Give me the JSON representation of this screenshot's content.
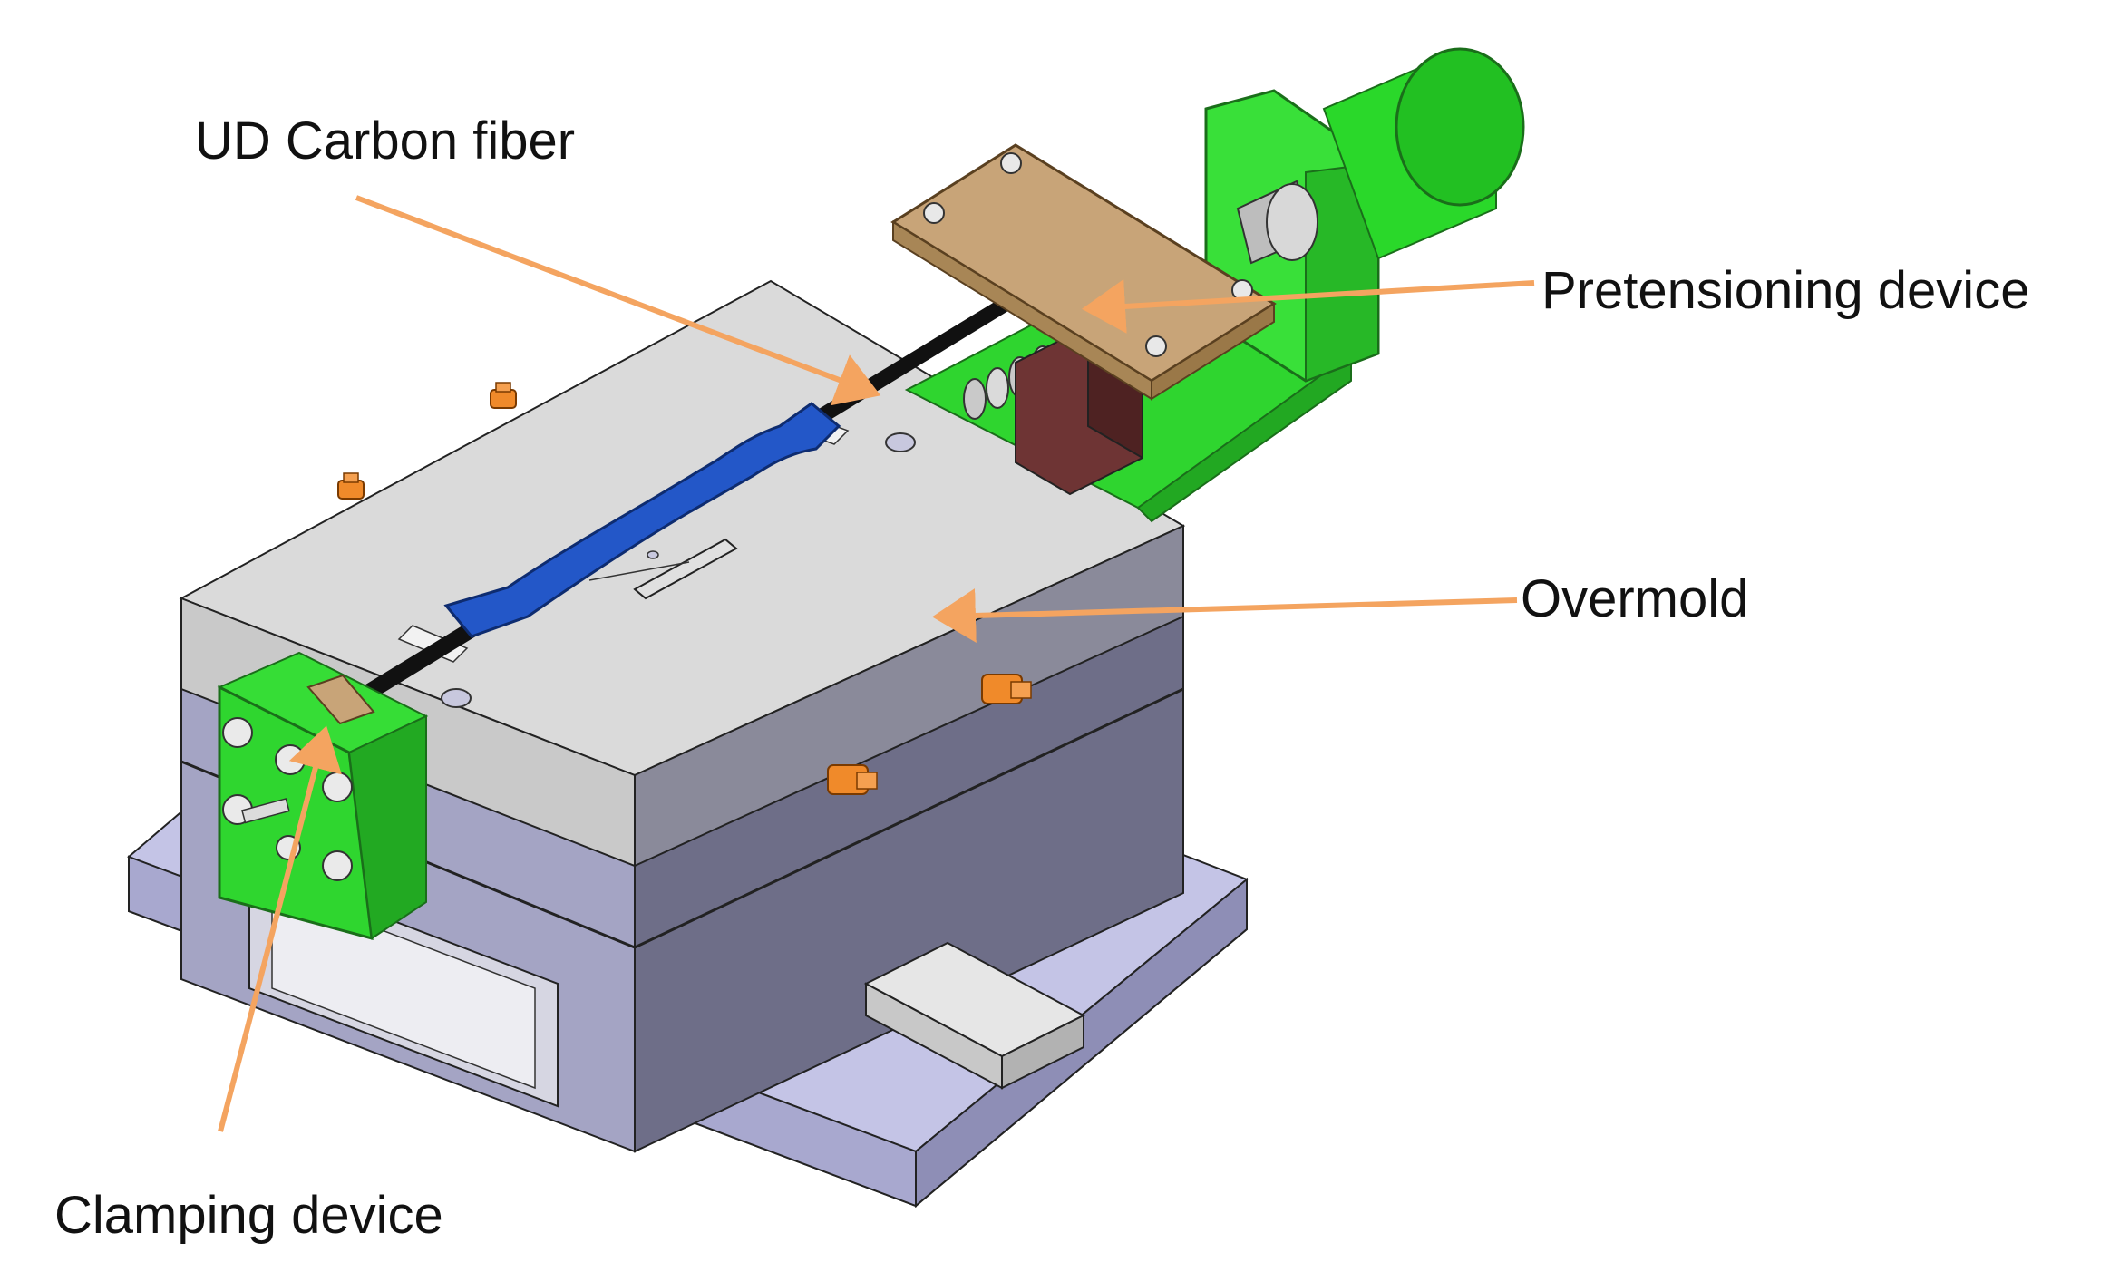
{
  "colors": {
    "arrow": "#F4A460",
    "base_plate": "#B8B8DC",
    "mold_lower": "#7A7A96",
    "mold_top": "#D2D2D2",
    "green_parts": "#2EE52E",
    "specimen": "#2255CC",
    "fiber": "#111111",
    "pretension_plate": "#C8A478",
    "pretension_block": "#6B3A3A",
    "fittings": "#F08A2A",
    "ejector": "#D8D8D8"
  },
  "labels": {
    "ud_carbon_fiber": "UD Carbon fiber",
    "pretensioning_device": "Pretensioning device",
    "overmold": "Overmold",
    "clamping_device": "Clamping device"
  }
}
